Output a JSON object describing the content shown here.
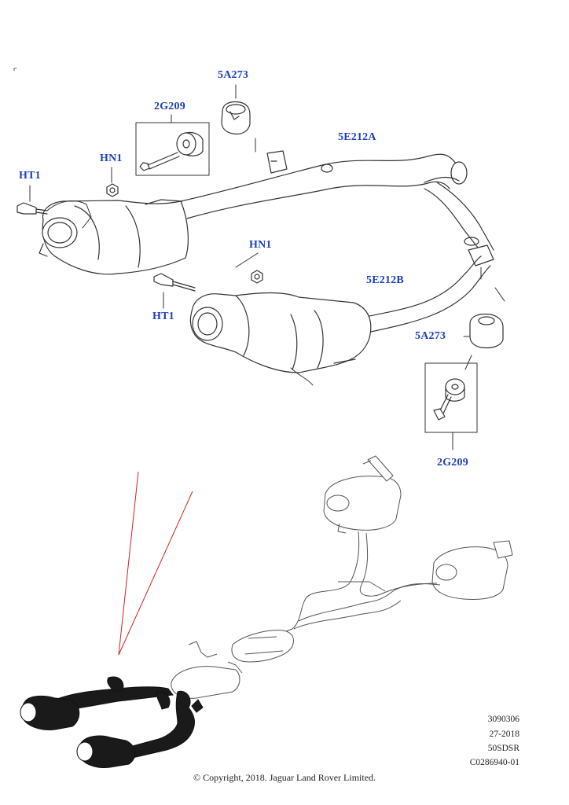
{
  "callouts": {
    "part_5a273_top": "5A273",
    "part_2g209_top": "2G209",
    "part_hn1_left": "HN1",
    "part_ht1_left": "HT1",
    "part_5e212a": "5E212A",
    "part_hn1_mid": "HN1",
    "part_5e212b": "5E212B",
    "part_ht1_mid": "HT1",
    "part_5a273_right": "5A273",
    "part_2g209_bottom": "2G209"
  },
  "codes": {
    "code1": "3090306",
    "code2": "27-2018",
    "code3": "50SDSR",
    "code4": "C0286940-01"
  },
  "copyright": "© Copyright, 2018. Jaguar Land Rover Limited.",
  "colors": {
    "callout_text": "#1c3fb8",
    "line_art": "#333333",
    "highlight_indicator": "#d42020"
  }
}
